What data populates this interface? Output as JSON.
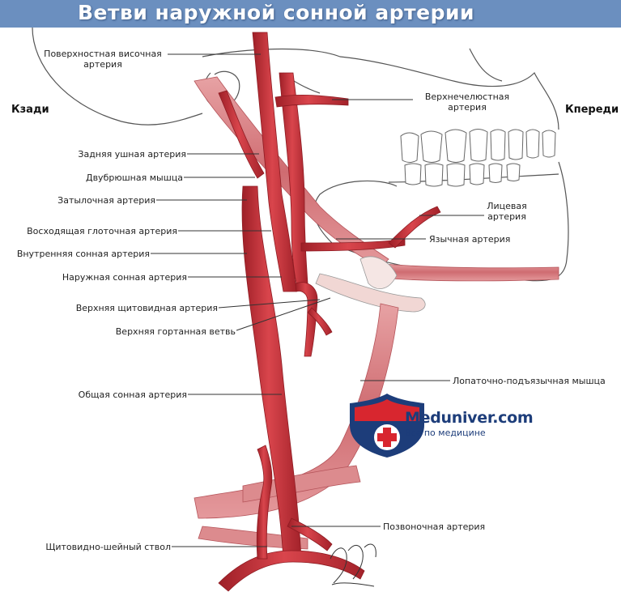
{
  "title": "Ветви наружной сонной артерии",
  "orientation": {
    "back": "Кзади",
    "front": "Кпереди"
  },
  "labels": {
    "superficial_temporal": [
      "Поверхностная височная",
      "артерия"
    ],
    "maxillary": [
      "Верхнечелюстная",
      "артерия"
    ],
    "posterior_auricular": "Задняя ушная артерия",
    "digastric": "Двубрюшная мышца",
    "occipital": "Затылочная артерия",
    "facial": [
      "Лицевая",
      "артерия"
    ],
    "ascending_pharyngeal": "Восходящая глоточная артерия",
    "lingual": "Язычная артерия",
    "internal_carotid": "Внутренняя сонная артерия",
    "external_carotid": "Наружная сонная артерия",
    "superior_thyroid": "Верхняя щитовидная артерия",
    "superior_laryngeal": "Верхняя гортанная ветвь",
    "omohyoid": "Лопаточно-подъязычная мышца",
    "common_carotid": "Общая сонная артерия",
    "vertebral": "Позвоночная артерия",
    "thyrocervical": "Щитовидно-шейный ствол"
  },
  "brand": {
    "name": "Meduniver.com",
    "tagline": "Все по медицине"
  },
  "colors": {
    "title_bar": "#6b8fbf",
    "artery": "#c2333b",
    "muscle": "#d4787c",
    "brand_blue": "#1d3d7a",
    "brand_red": "#d8262f"
  },
  "signature": "signature"
}
